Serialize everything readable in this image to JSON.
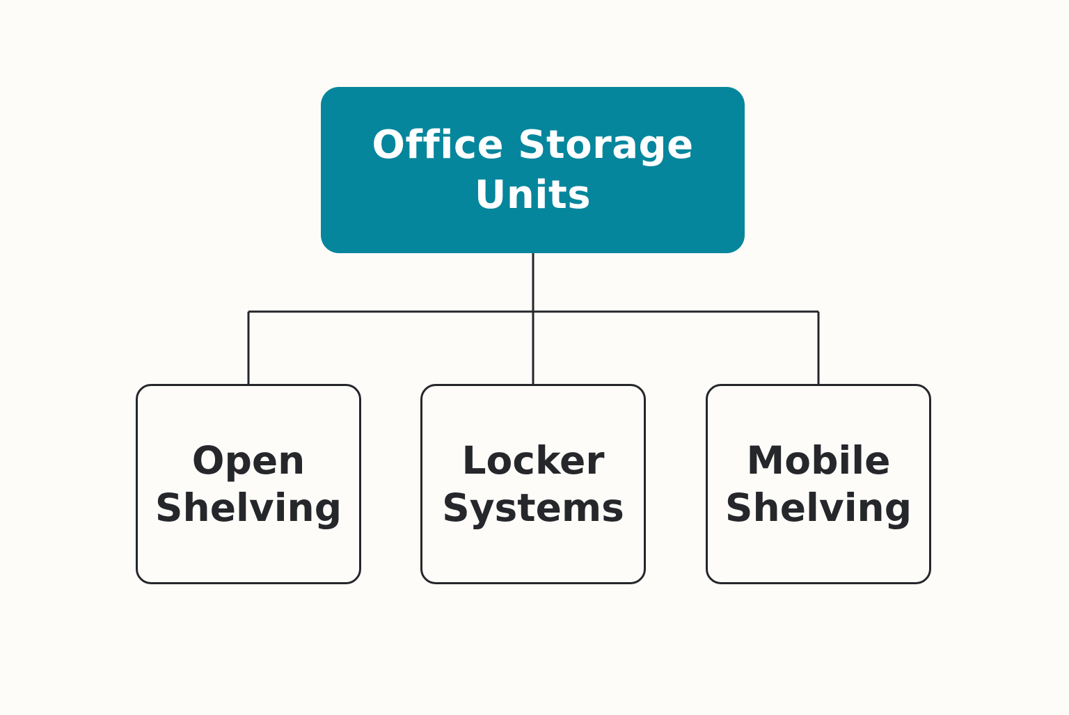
{
  "colors": {
    "background": "#fdfcf9",
    "root_fill": "#06869c",
    "node_border": "#24262a",
    "text_dark": "#25272b",
    "text_light": "#ffffff"
  },
  "root": {
    "line1": "Office Storage",
    "line2": "Units"
  },
  "children": [
    {
      "line1": "Open",
      "line2": "Shelving"
    },
    {
      "line1": "Locker",
      "line2": "Systems"
    },
    {
      "line1": "Mobile",
      "line2": "Shelving"
    }
  ]
}
